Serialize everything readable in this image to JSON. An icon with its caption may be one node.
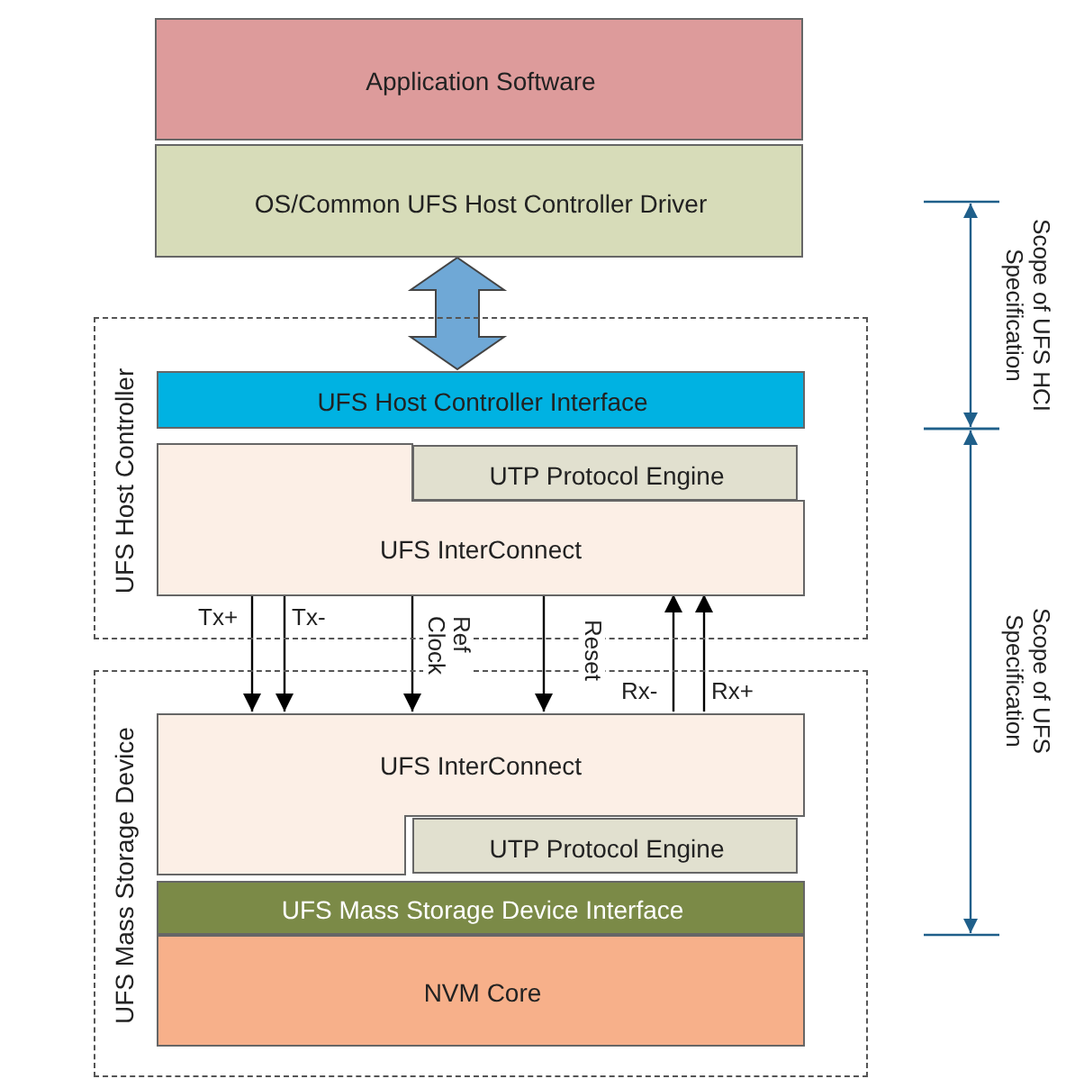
{
  "diagram": {
    "nodes": [
      {
        "text": [
          "Application Software"
        ]
      },
      {
        "text": [
          "OS/Common UFS Host Controller Driver"
        ]
      },
      {
        "text": [
          "UFS Host Controller"
        ]
      },
      {
        "text": [
          "UFS Host Controller Interface"
        ],
        "in": 2
      },
      {
        "text": [
          "UFS InterConnect"
        ],
        "in": 2
      },
      {
        "text": [
          "UTP Protocol Engine"
        ],
        "in": 2
      },
      {
        "text": [
          "UFS Mass Storage Device"
        ]
      },
      {
        "text": [
          "UFS InterConnect"
        ],
        "in": 6
      },
      {
        "text": [
          "UTP Protocol Engine"
        ],
        "in": 6
      },
      {
        "text": [
          "UFS Mass Storage Device Interface"
        ],
        "in": 6
      },
      {
        "text": [
          "NVM Core"
        ],
        "in": 6
      }
    ],
    "edges": [
      {
        "from": 1,
        "to": 3,
        "arrow": "both",
        "style": "thick",
        "color": "#6fa8d6"
      },
      {
        "from": 4,
        "to": 7,
        "arrow": "to",
        "label": "Tx+"
      },
      {
        "from": 4,
        "to": 7,
        "arrow": "to",
        "label": "Tx-"
      },
      {
        "from": 4,
        "to": 7,
        "arrow": "to",
        "label": "Ref Clock"
      },
      {
        "from": 4,
        "to": 7,
        "arrow": "to",
        "label": "Reset"
      },
      {
        "from": 7,
        "to": 4,
        "arrow": "to",
        "label": "Rx-"
      },
      {
        "from": 7,
        "to": 4,
        "arrow": "to",
        "label": "Rx+"
      }
    ],
    "labels": [
      "Scope of UFS HCI Specification",
      "Scope of UFS Specification"
    ]
  }
}
